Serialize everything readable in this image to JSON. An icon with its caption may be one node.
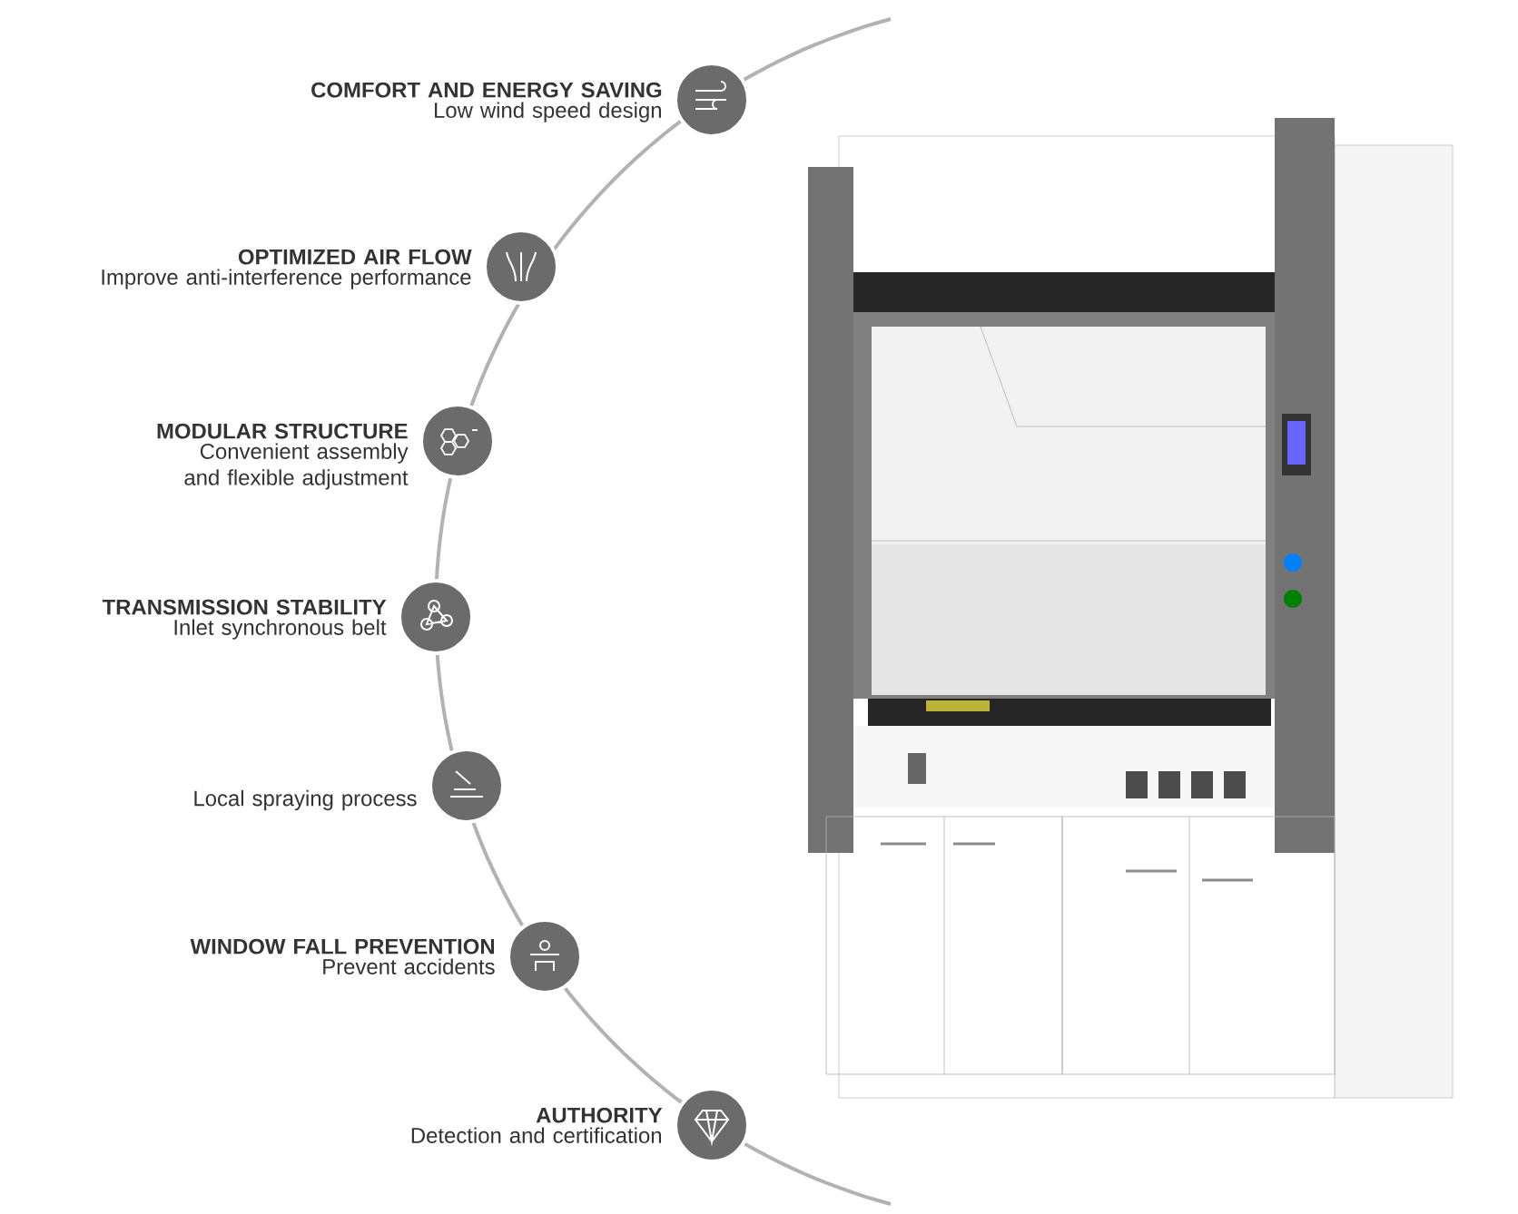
{
  "diagram": {
    "nodes": [
      {
        "text": [],
        "shape": "circle",
        "beside": [
          "COMFORT AND ENERGY SAVING",
          "Low wind speed design"
        ]
      },
      {
        "text": [],
        "shape": "circle",
        "beside": [
          "OPTIMIZED AIR FLOW",
          "Improve anti-interference performance"
        ]
      },
      {
        "text": [],
        "shape": "circle",
        "beside": [
          "MODULAR STRUCTURE",
          "Convenient assembly and flexible adjustment"
        ]
      },
      {
        "text": [],
        "shape": "circle",
        "beside": [
          "TRANSMISSION STABILITY",
          "Inlet synchronous belt"
        ]
      },
      {
        "text": [],
        "shape": "circle",
        "beside": [
          "Local spraying process"
        ]
      },
      {
        "text": [],
        "shape": "circle",
        "beside": [
          "WINDOW FALL PREVENTION",
          "Prevent accidents"
        ]
      },
      {
        "text": [],
        "shape": "circle",
        "beside": [
          "AUTHORITY",
          "Detection and certification"
        ]
      }
    ]
  }
}
